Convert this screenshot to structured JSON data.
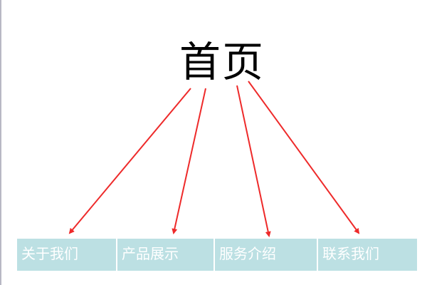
{
  "title": "首页",
  "nav": {
    "items": [
      {
        "label": "关于我们"
      },
      {
        "label": "产品展示"
      },
      {
        "label": "服务介绍"
      },
      {
        "label": "联系我们"
      }
    ]
  },
  "colors": {
    "arrow": "#ee2a2a",
    "nav_bg": "#bce0e3",
    "nav_text": "#ffffff"
  }
}
